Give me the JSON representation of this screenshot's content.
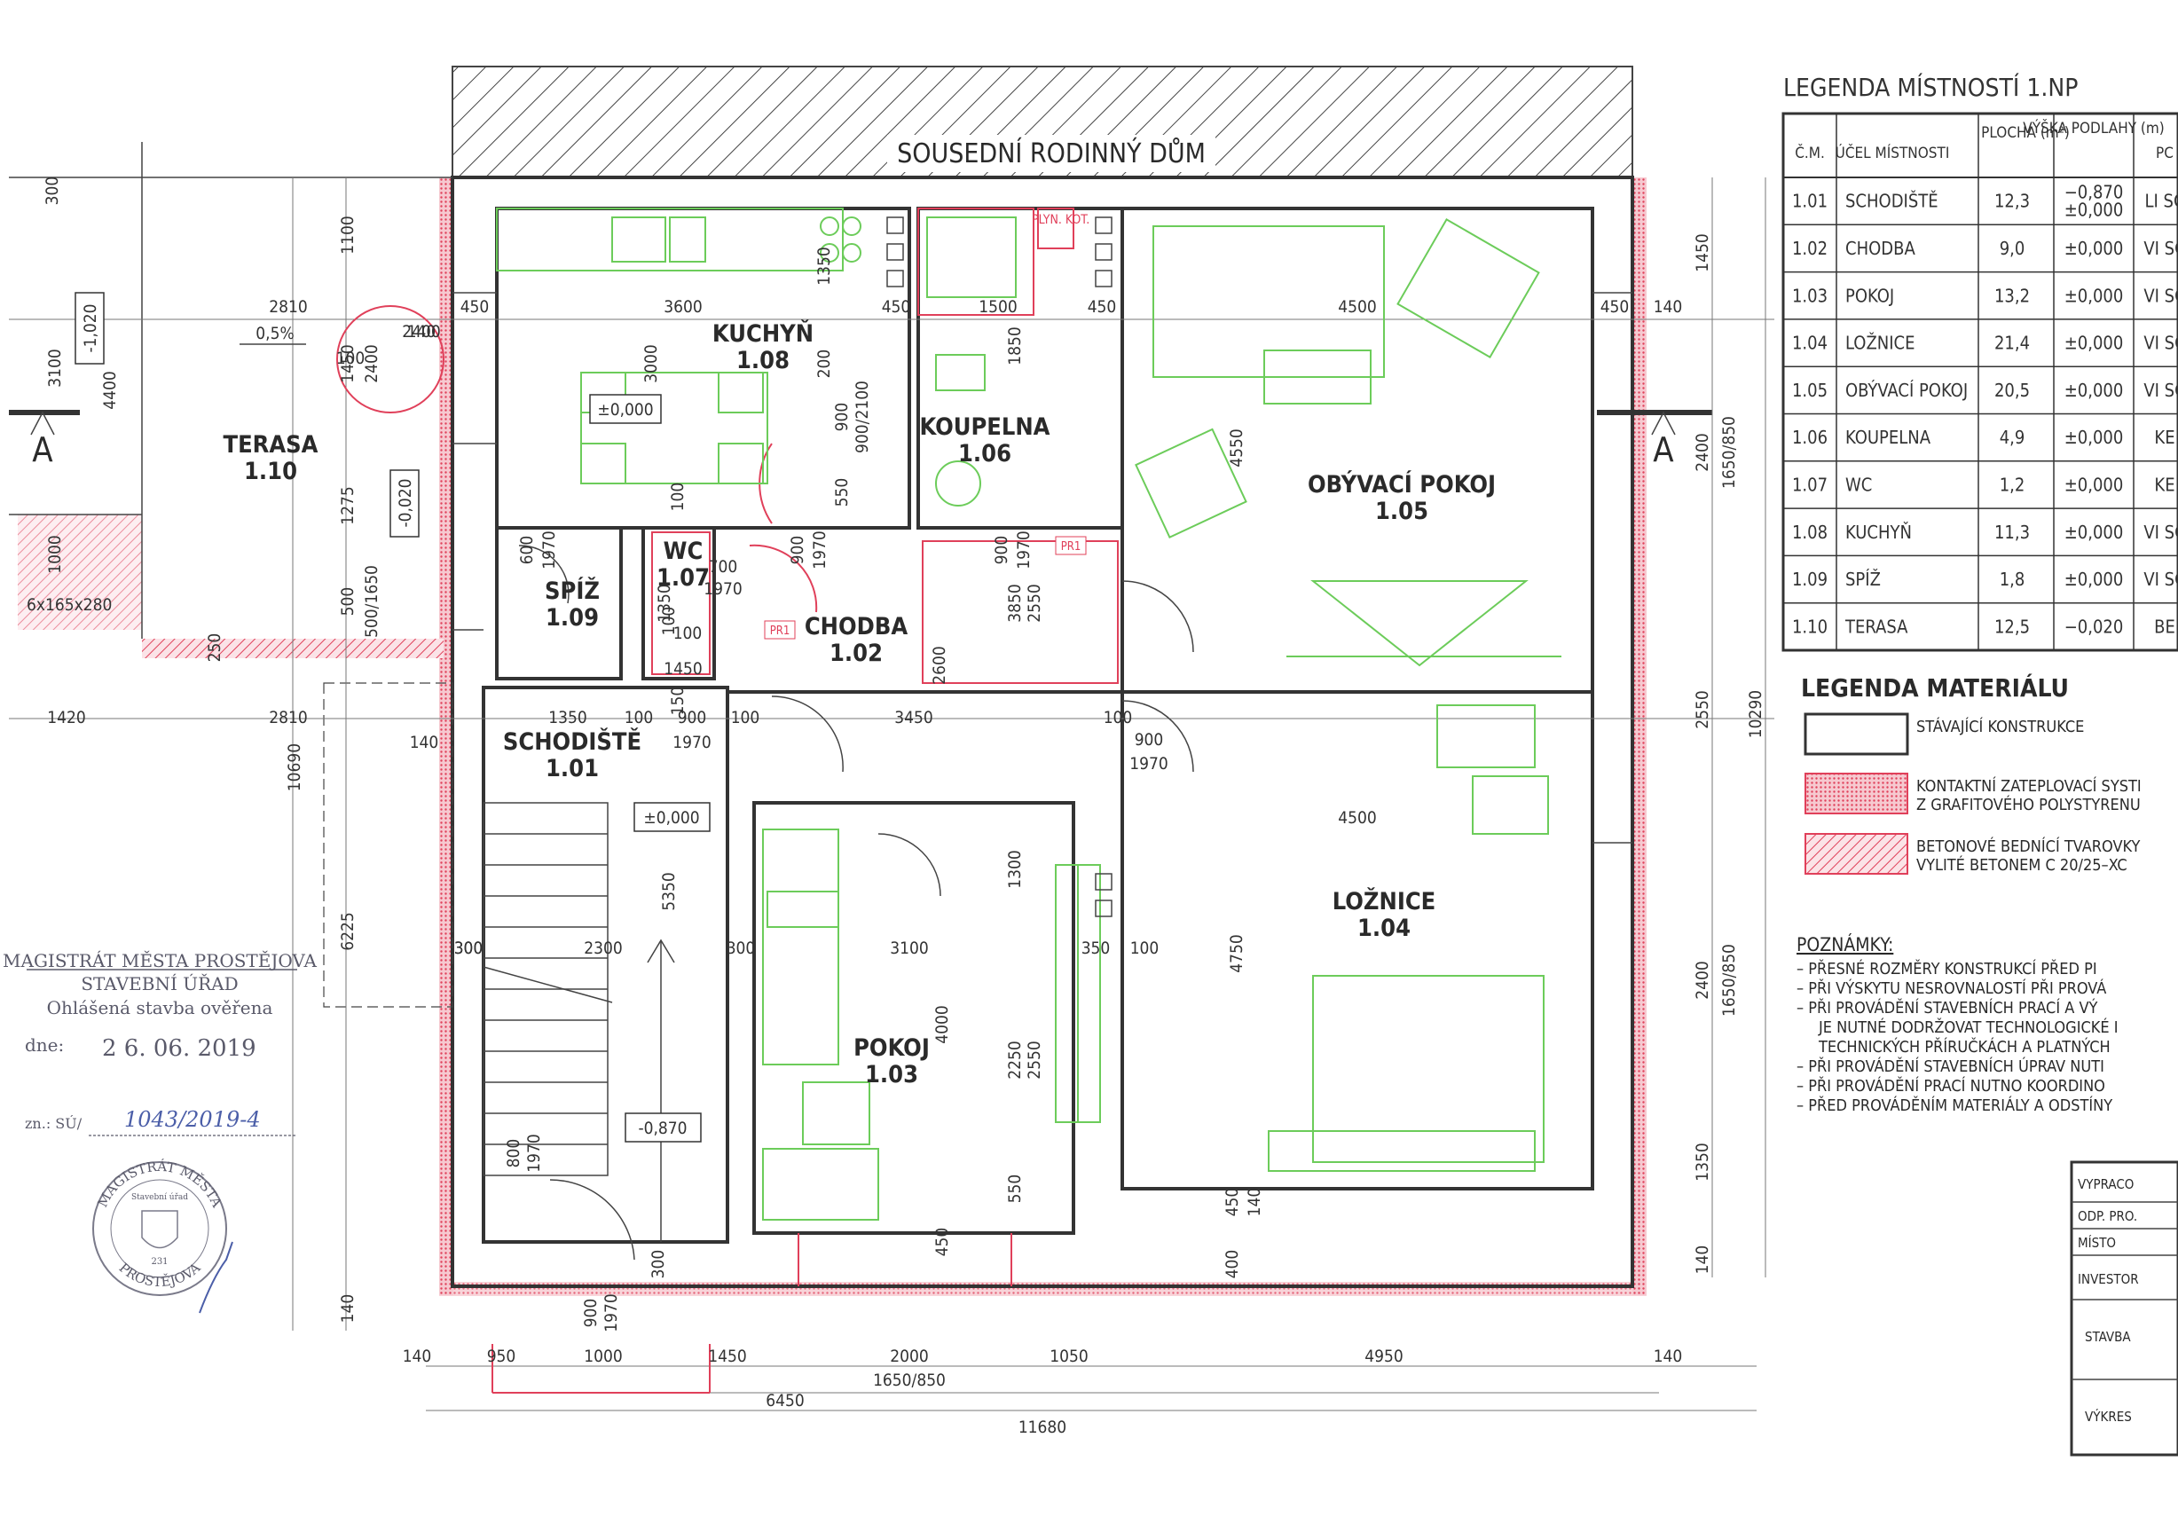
{
  "neighbor_label": "SOUSEDNÍ RODINNÝ DŮM",
  "section_mark": "A",
  "rooms": [
    {
      "name": "KUCHYŇ",
      "num": "1.08"
    },
    {
      "name": "KOUPELNA",
      "num": "1.06"
    },
    {
      "name": "OBÝVACÍ POKOJ",
      "num": "1.05"
    },
    {
      "name": "TERASA",
      "num": "1.10"
    },
    {
      "name": "SPÍŽ",
      "num": "1.09"
    },
    {
      "name": "WC",
      "num": "1.07"
    },
    {
      "name": "CHODBA",
      "num": "1.02"
    },
    {
      "name": "SCHODIŠTĚ",
      "num": "1.01"
    },
    {
      "name": "LOŽNICE",
      "num": "1.04"
    },
    {
      "name": "POKOJ",
      "num": "1.03"
    }
  ],
  "levels": [
    "±0,000",
    "±0,000",
    "-0,870",
    "-1,020",
    "-0,020",
    "0,5%"
  ],
  "labels": {
    "plyn": "PLYN. KOT.",
    "pr1a": "PR1",
    "pr1b": "PR1",
    "stairs": "6x165x280"
  },
  "dims_bottom": [
    "140",
    "950",
    "1000",
    "1450",
    "2000",
    "1050",
    "4950",
    "140",
    "1650/850",
    "6450",
    "11680"
  ],
  "dims_top": [
    "300",
    "2810",
    "3600",
    "1500",
    "4500",
    "450",
    "140",
    "450",
    "450",
    "450",
    "140"
  ],
  "dims_left": [
    "1100",
    "1450",
    "2400",
    "1275",
    "500",
    "500/1650",
    "250",
    "10690",
    "6225",
    "140",
    "3100",
    "4400",
    "1000",
    "300",
    "1420",
    "2810",
    "140"
  ],
  "dims_right": [
    "1450",
    "2400",
    "1650/850",
    "2550",
    "10290",
    "2400",
    "1650/850",
    "1350",
    "140"
  ],
  "dims_inner": [
    "1350",
    "900",
    "900/2100",
    "550",
    "200",
    "3000",
    "1850",
    "100",
    "600",
    "1970",
    "1350",
    "700",
    "1970",
    "900",
    "1970",
    "900",
    "1970",
    "3850",
    "2550",
    "2600",
    "1350",
    "100",
    "900",
    "1970",
    "100",
    "3450",
    "100",
    "900",
    "1970",
    "5350",
    "2300",
    "300",
    "300",
    "3100",
    "350",
    "100",
    "4750",
    "4500",
    "4550",
    "1300",
    "4000",
    "2250",
    "2550",
    "550",
    "450",
    "450",
    "140",
    "400",
    "800",
    "1970",
    "900",
    "1970",
    "300",
    "150",
    "100",
    "1450",
    "2400",
    "100",
    "100"
  ],
  "room_legend": {
    "title": "LEGENDA MÍSTNOSTÍ 1.NP",
    "headers": [
      "Č.M.",
      "ÚČEL MÍSTNOSTI",
      "PLOCHA (m²)",
      "VÝŠKA PODLAHY (m)",
      "PC"
    ],
    "rows": [
      [
        "1.01",
        "SCHODIŠTĚ",
        "12,3",
        "−0,870 ±0,000",
        "LI SC"
      ],
      [
        "1.02",
        "CHODBA",
        "9,0",
        "±0,000",
        "VI SC"
      ],
      [
        "1.03",
        "POKOJ",
        "13,2",
        "±0,000",
        "VI SC"
      ],
      [
        "1.04",
        "LOŽNICE",
        "21,4",
        "±0,000",
        "VI SC"
      ],
      [
        "1.05",
        "OBÝVACÍ POKOJ",
        "20,5",
        "±0,000",
        "VI SC"
      ],
      [
        "1.06",
        "KOUPELNA",
        "4,9",
        "±0,000",
        "KE"
      ],
      [
        "1.07",
        "WC",
        "1,2",
        "±0,000",
        "KE"
      ],
      [
        "1.08",
        "KUCHYŇ",
        "11,3",
        "±0,000",
        "VI SC"
      ],
      [
        "1.09",
        "SPÍŽ",
        "1,8",
        "±0,000",
        "VI SC"
      ],
      [
        "1.10",
        "TERASA",
        "12,5",
        "−0,020",
        "BE"
      ]
    ]
  },
  "material_legend": {
    "title": "LEGENDA MATERIÁLU",
    "items": [
      {
        "label1": "STÁVAJÍCÍ KONSTRUKCE",
        "label2": ""
      },
      {
        "label1": "KONTAKTNÍ ZATEPLOVACÍ SYSTI",
        "label2": "Z GRAFITOVÉHO POLYSTYRENU"
      },
      {
        "label1": "BETONOVÉ BEDNÍCÍ TVAROVKY",
        "label2": "VYLITÉ BETONEM C 20/25–XC"
      }
    ]
  },
  "notes": {
    "title": "POZNÁMKY:",
    "lines": [
      "– PŘESNÉ ROZMĚRY KONSTRUKCÍ PŘED PI",
      "– PŘI VÝSKYTU NESROVNALOSTÍ PŘI PROVÁ",
      "– PŘI PROVÁDĚNÍ STAVEBNÍCH PRACÍ A VÝ",
      "JE NUTNÉ DODRŽOVAT TECHNOLOGICKÉ I",
      "TECHNICKÝCH PŘÍRUČKÁCH A PLATNÝCH",
      "– PŘI PROVÁDĚNÍ STAVEBNÍCH ÚPRAV NUTI",
      "– PŘI PROVÁDĚNÍ PRACÍ NUTNO KOORDINO",
      "– PŘED PROVÁDĚNÍM MATERIÁLY A ODSTÍNY"
    ]
  },
  "title_block": [
    "VYPRACO",
    "ODP. PRO.",
    "MÍSTO",
    "INVESTOR",
    "STAVBA",
    "VÝKRES"
  ],
  "stamp": {
    "line1": "MAGISTRÁT MĚSTA PROSTĚJOVA",
    "line2": "STAVEBNÍ ÚŘAD",
    "line3": "Ohlášená stavba ověřena",
    "date_label": "dne:",
    "date": "2 6. 06. 2019",
    "ref_label": "zn.: SÚ/",
    "ref": "1043/2019-4",
    "seal_top": "MAGISTRÁT MĚSTA",
    "seal_bottom": "PROSTĚJOVA",
    "seal_mid": "Stavební úřad",
    "seal_no": "231"
  }
}
